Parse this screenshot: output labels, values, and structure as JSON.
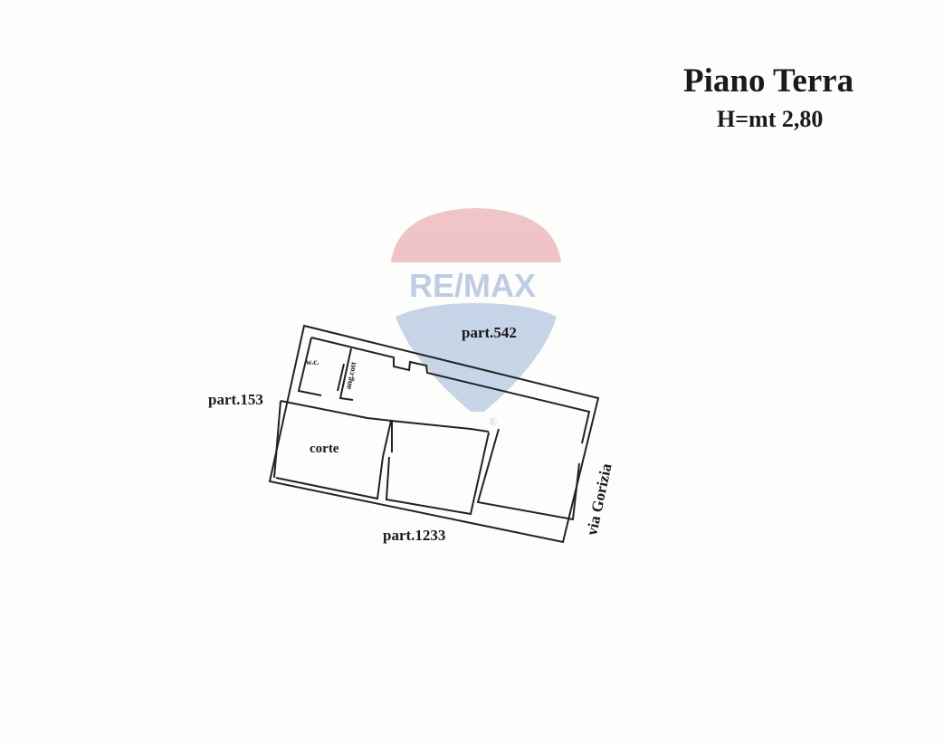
{
  "header": {
    "title": "Piano Terra",
    "height_label": "H=mt 2,80"
  },
  "watermark": {
    "brand": "RE/MAX",
    "colors": {
      "red": "#e8a3a8",
      "blue": "#a7bbd8"
    }
  },
  "plan": {
    "labels": {
      "north": "part.542",
      "west": "part.153",
      "south": "part.1233",
      "east": "via Gorizia",
      "courtyard": "corte",
      "wc": "w.c.",
      "corner": "ang.cott"
    }
  }
}
